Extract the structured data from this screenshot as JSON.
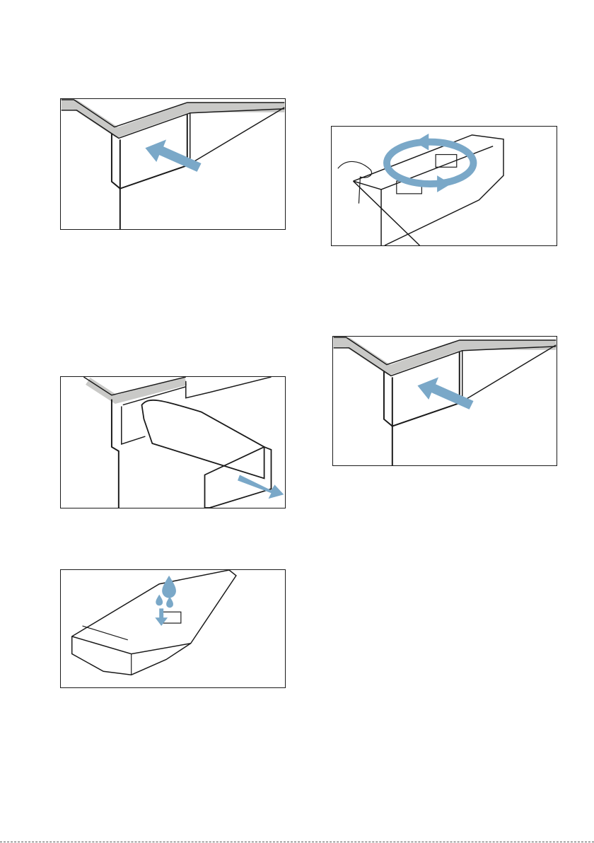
{
  "page": {
    "figures": [
      {
        "id": "push-in-1",
        "alt": "",
        "arrow_color": "#7aa8c8"
      },
      {
        "id": "clean",
        "alt": "",
        "arrow_color": "#7aa8c8"
      },
      {
        "id": "pull-out",
        "alt": "",
        "arrow_color": "#7aa8c8"
      },
      {
        "id": "push-in-2",
        "alt": "",
        "arrow_color": "#7aa8c8"
      },
      {
        "id": "rinse",
        "alt": "",
        "arrow_color": "#7aa8c8"
      }
    ]
  },
  "colors": {
    "line": "#1a1a1a",
    "panel_grey": "#c9c9c7",
    "arrow_blue": "#7aa8c8"
  }
}
